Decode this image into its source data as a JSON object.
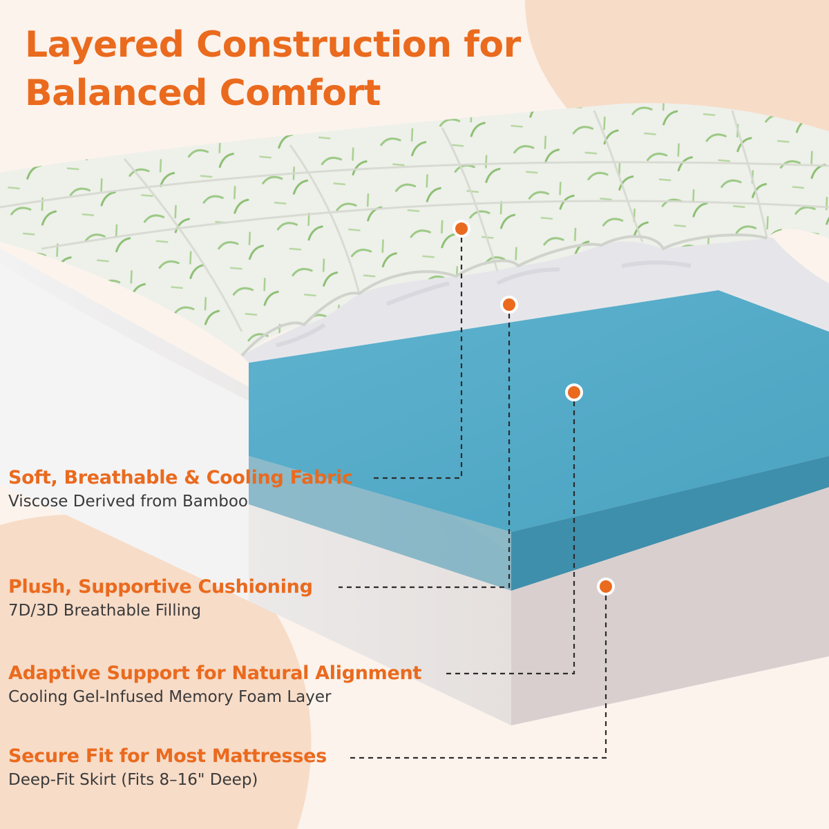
{
  "headline": {
    "line1": "Layered Construction for",
    "line2": "Balanced Comfort"
  },
  "features": [
    {
      "title": "Soft, Breathable & Cooling Fabric",
      "subtitle": "Viscose Derived from Bamboo"
    },
    {
      "title": "Plush, Supportive Cushioning",
      "subtitle": "7D/3D Breathable Filling"
    },
    {
      "title": "Adaptive Support for Natural Alignment",
      "subtitle": "Cooling Gel-Infused Memory Foam Layer"
    },
    {
      "title": "Secure Fit for Most Mattresses",
      "subtitle": "Deep-Fit Skirt (Fits 8–16\" Deep)"
    }
  ],
  "colors": {
    "accent": "#ea6a1e",
    "background": "#fbf3ec",
    "peach_blob": "#f7dcc8",
    "gel_foam": "#4fa6c3",
    "fabric": "#eef0ea",
    "bamboo_leaf": "#8cbf73",
    "skirt": "#ebe6e4",
    "fill": "#e6e6ea"
  },
  "icons": [
    "callout-dot-icon",
    "bamboo-leaf-icon"
  ]
}
